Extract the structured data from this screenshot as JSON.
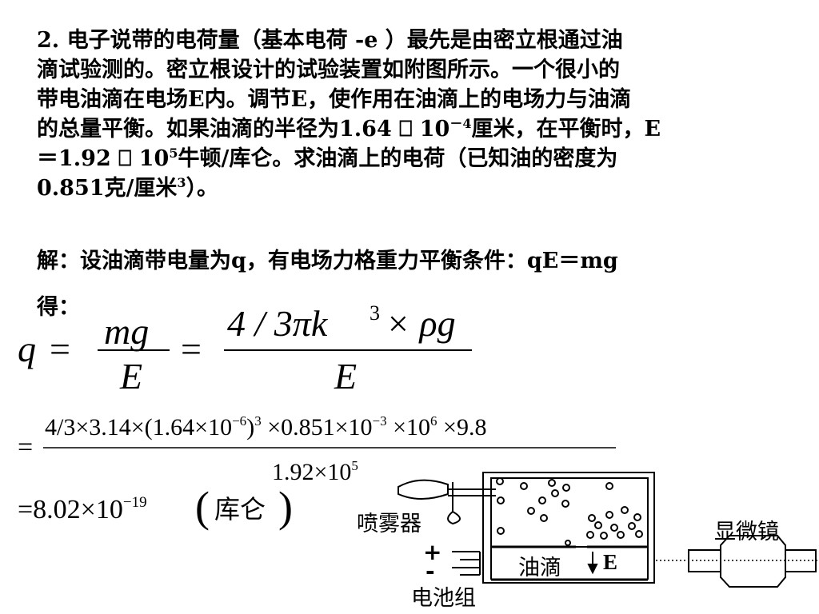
{
  "problem": {
    "lines": [
      "2.  电子说带的电荷量（基本电荷 -e ）最先是由密立根通过油",
      "滴试验测的。密立根设计的试验装置如附图所示。一个很小的",
      "带电油滴在电场E内。调节E，使作用在油滴上的电场力与油滴",
      "的总量平衡。如果油滴的半径为1.64 ⎕ 10",
      "＝1.92 ⎕ 10",
      "0.851克/厘米"
    ],
    "line4_exp": "－4",
    "line4_tail": "厘米，在平衡时，E",
    "line5_exp": "5",
    "line5_tail": "牛顿/库仑。求油滴上的电荷（已知油的密度为",
    "line6_exp": "3",
    "line6_tail": "）。"
  },
  "solution": {
    "text": "解：设油滴带电量为q，有电场力格重力平衡条件：qE＝mg",
    "de": "得："
  },
  "equations": {
    "eq1_q": "q",
    "eq1_eq": "=",
    "eq1_num1": "mg",
    "eq1_den1": "E",
    "eq1_eq2": "=",
    "eq1_num2a": "4 / 3πk",
    "eq1_num2_exp": "3",
    "eq1_num2b": " × ρg",
    "eq1_den2": "E",
    "eq2_num": "4/3×3.14×(1.64×10",
    "eq2_e1": "−6",
    "eq2_b": ")",
    "eq2_e2": "3",
    "eq2_c": " ×0.851×10",
    "eq2_e3": "−3",
    "eq2_d": " ×10",
    "eq2_e4": "6",
    "eq2_f": " ×9.8",
    "eq2_den": "1.92×10",
    "eq2_den_exp": "5",
    "eq3_a": "=8.02×10",
    "eq3_exp": "−19",
    "eq3_unit": "库仑"
  },
  "diagram": {
    "atomizer": "喷雾器",
    "microscope": "显微镜",
    "oil_drop": "油滴",
    "field": "E",
    "battery": "电池组",
    "plus": "+",
    "minus": "-"
  }
}
